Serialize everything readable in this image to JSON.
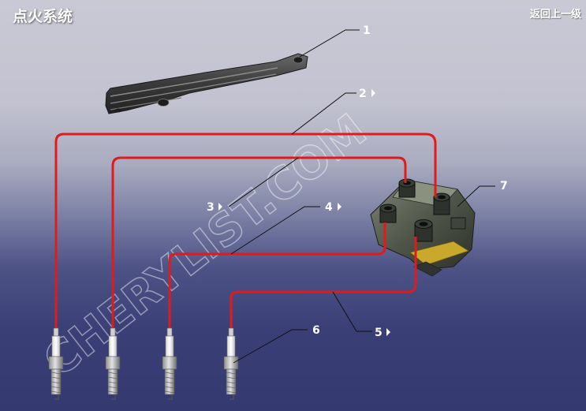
{
  "header": {
    "title": "点火系统",
    "back_link": "返回上一级"
  },
  "watermark": "CHERYLIST.COM",
  "callouts": [
    {
      "number": "1"
    },
    {
      "number": "2"
    },
    {
      "number": "3"
    },
    {
      "number": "4"
    },
    {
      "number": "5"
    },
    {
      "number": "6"
    },
    {
      "number": "7"
    }
  ],
  "colors": {
    "wire": "#e01b1b",
    "background_top": "#c9c9d6",
    "background_bottom": "#34396f"
  }
}
